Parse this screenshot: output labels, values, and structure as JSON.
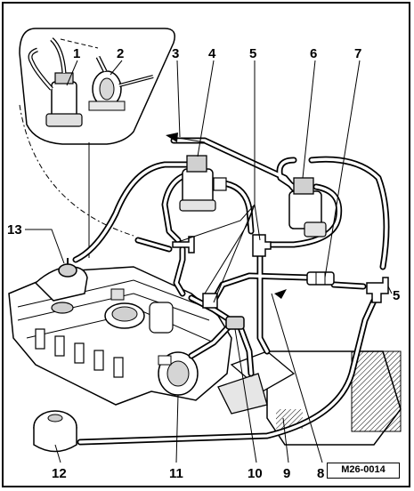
{
  "diagram": {
    "reference_code": "M26-0014",
    "callouts": [
      "1",
      "2",
      "3",
      "4",
      "5",
      "6",
      "7",
      "5",
      "8",
      "9",
      "10",
      "11",
      "12",
      "13"
    ]
  },
  "colors": {
    "line": "#000000",
    "hose_fill": "#ffffff",
    "shade": "#bdbdbd",
    "background": "#ffffff"
  }
}
